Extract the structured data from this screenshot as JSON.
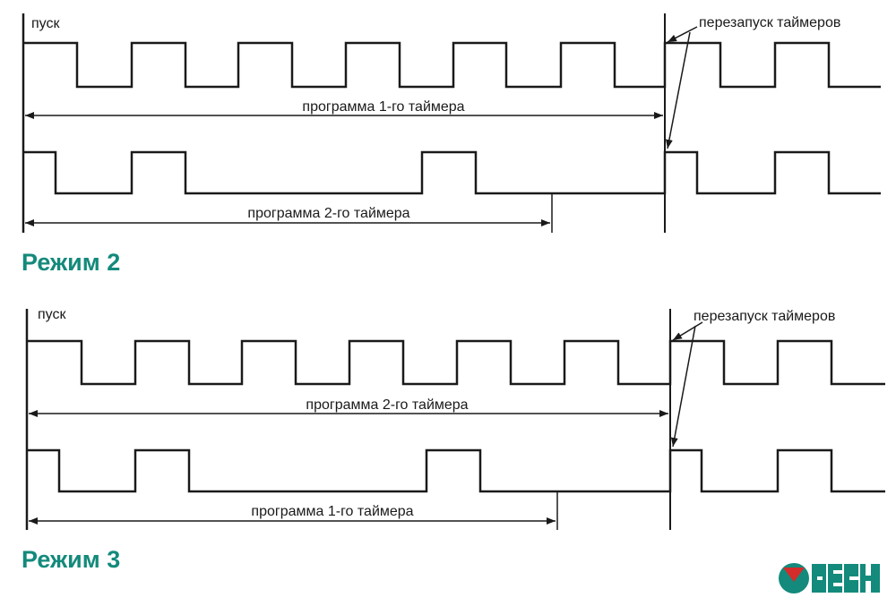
{
  "colors": {
    "accent": "#138a7b",
    "logo_red": "#d42b2b",
    "line": "#1a1a1a"
  },
  "modes": [
    {
      "heading": "Режим 2",
      "start_label": "пуск",
      "restart_label": "перезапуск таймеров",
      "upper_program_label": "программа 1-го таймера",
      "lower_program_label": "программа 2-го таймера"
    },
    {
      "heading": "Режим 3",
      "start_label": "пуск",
      "restart_label": "перезапуск таймеров",
      "upper_program_label": "программа 2-го таймера",
      "lower_program_label": "программа 1-го таймера"
    }
  ],
  "logo": {
    "text": "ОВЕН"
  }
}
